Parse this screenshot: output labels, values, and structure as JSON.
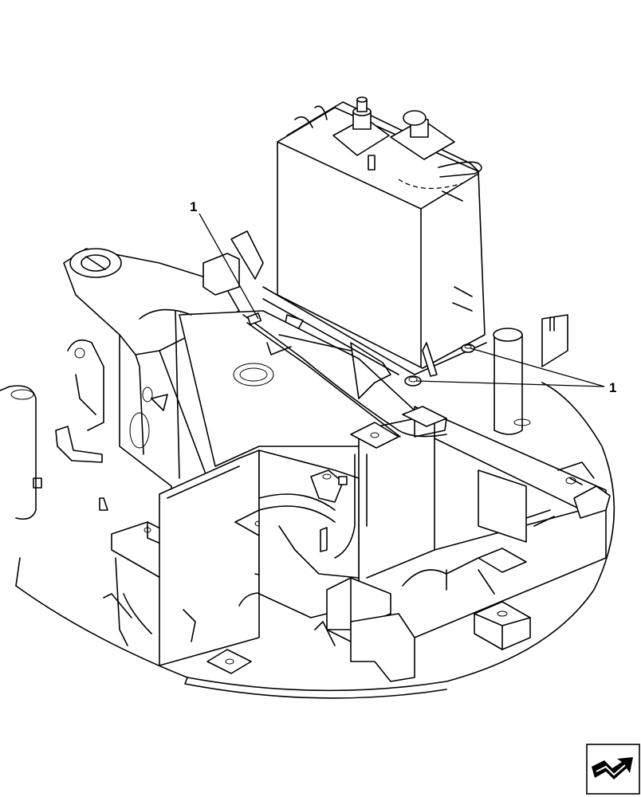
{
  "callouts": [
    {
      "id": "callout-1-left",
      "label": "1"
    },
    {
      "id": "callout-1-right",
      "label": "1"
    }
  ],
  "icons": {
    "navigation": "next-page-arrow-icon"
  },
  "colors": {
    "line": "#000000",
    "background": "#ffffff"
  }
}
